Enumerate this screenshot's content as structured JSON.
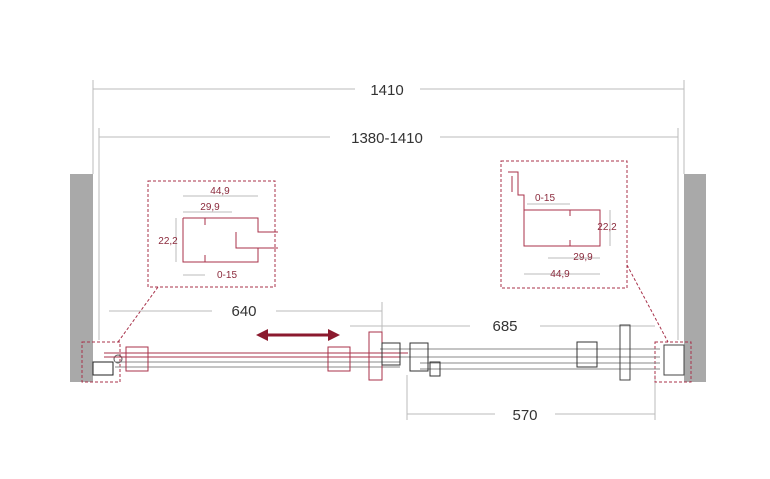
{
  "overall": {
    "width_total": "1410",
    "width_range": "1380-1410"
  },
  "left_door": {
    "opening": "640"
  },
  "right_door": {
    "opening": "685",
    "bottom": "570"
  },
  "left_profile": {
    "outer": "44,9",
    "inner": "29,9",
    "height": "22,2",
    "adjust": "0-15"
  },
  "right_profile": {
    "outer": "44,9",
    "inner": "29,9",
    "height": "22,2",
    "adjust": "0-15"
  },
  "colors": {
    "accent": "#8b1a2e",
    "wall": "#a9a9a9",
    "dim_line": "#bbbbbb"
  }
}
